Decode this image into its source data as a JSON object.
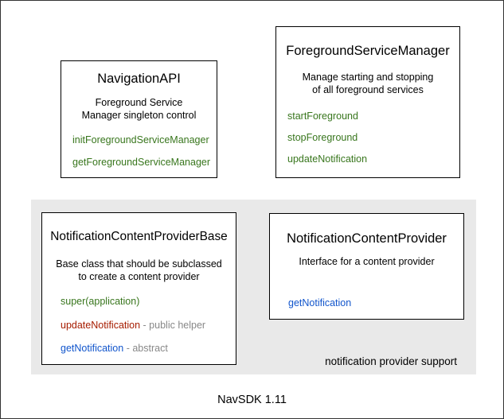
{
  "colors": {
    "green": "#38761d",
    "red": "#a61c00",
    "blue": "#1155cc",
    "gray": "#888888",
    "group_bg": "#e9e9e9"
  },
  "boxes": [
    {
      "id": "navigation-api",
      "title": "NavigationAPI",
      "description": [
        "Foreground Service",
        "Manager singleton control"
      ],
      "methods": [
        {
          "name": "initForegroundServiceManager",
          "color": "green",
          "suffix": ""
        },
        {
          "name": "getForegroundServiceManager",
          "color": "green",
          "suffix": ""
        }
      ]
    },
    {
      "id": "foreground-service-manager",
      "title": "ForegroundServiceManager",
      "description": [
        "Manage starting and stopping",
        "of all foreground services"
      ],
      "methods": [
        {
          "name": "startForeground",
          "color": "green",
          "suffix": ""
        },
        {
          "name": "stopForeground",
          "color": "green",
          "suffix": ""
        },
        {
          "name": "updateNotification",
          "color": "green",
          "suffix": ""
        }
      ]
    },
    {
      "id": "notification-content-provider-base",
      "title": "NotificationContentProviderBase",
      "description": [
        "Base class that should be subclassed",
        "to create a content provider"
      ],
      "methods": [
        {
          "name": "super(application)",
          "color": "green",
          "suffix": ""
        },
        {
          "name": "updateNotification",
          "color": "red",
          "suffix": " - public helper"
        },
        {
          "name": "getNotification",
          "color": "blue",
          "suffix": " - abstract"
        }
      ]
    },
    {
      "id": "notification-content-provider",
      "title": "NotificationContentProvider",
      "description": [
        "Interface for a content provider"
      ],
      "methods": [
        {
          "name": "getNotification",
          "color": "blue",
          "suffix": ""
        }
      ]
    }
  ],
  "group": {
    "label": "notification provider support"
  },
  "footer": {
    "label": "NavSDK 1.11"
  }
}
